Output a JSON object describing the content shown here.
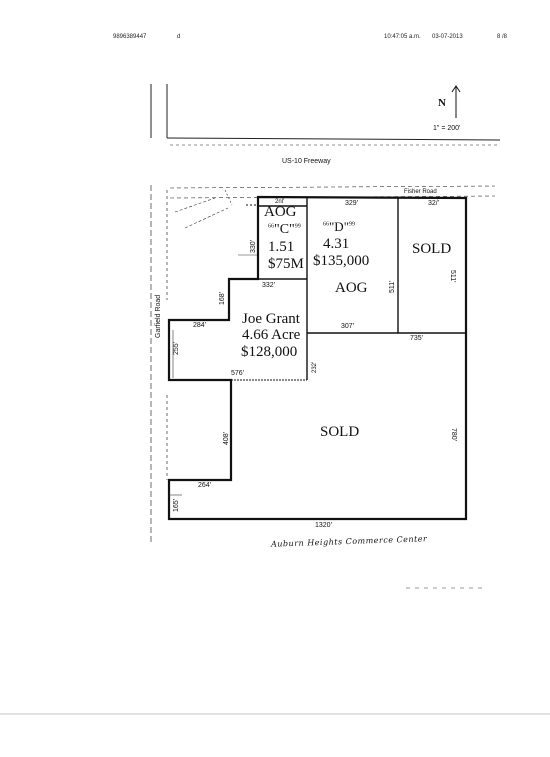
{
  "fax_header": {
    "phone": "9896389447",
    "mark": "d",
    "time": "10:47:05 a.m.",
    "date": "03-07-2013",
    "page": "8 /8"
  },
  "map": {
    "north_label": "N",
    "scale": "1\" = 200'",
    "freeway": "US-10 Freeway",
    "fisher_road": "Fisher Road",
    "garfield_road": "Garfield Road",
    "parcel_c": {
      "owner": "AOG",
      "name": "\"C\"",
      "name_sup_l": "66",
      "name_sup_r": "99",
      "acres": "1.51",
      "price": "$75M"
    },
    "parcel_d": {
      "name": "\"D\"",
      "name_sup_l": "66",
      "name_sup_r": "99",
      "acres": "4.31",
      "price": "$135,000",
      "owner": "AOG"
    },
    "parcel_joe": {
      "owner": "Joe Grant",
      "acres": "4.66 Acre",
      "price": "$128,000"
    },
    "sold_upper": "SOLD",
    "sold_lower": "SOLD",
    "dims": {
      "top_c": "2nl'",
      "top_d": "329'",
      "top_e": "32/'",
      "left_c": "330'",
      "bottom_c": "332'",
      "step_168": "168'",
      "left_284": "284'",
      "left_255": "255'",
      "mid_307": "307'",
      "inner_511": "511'",
      "right_511": "511'",
      "mid_735": "735'",
      "step_576": "576'",
      "vert_232": "232'",
      "vert_408": "408'",
      "bottom_264": "264'",
      "bottom_165": "165'",
      "right_780": "780'",
      "bottom_1320": "1320'"
    },
    "caption": "Auburn Heights Commerce Center"
  }
}
